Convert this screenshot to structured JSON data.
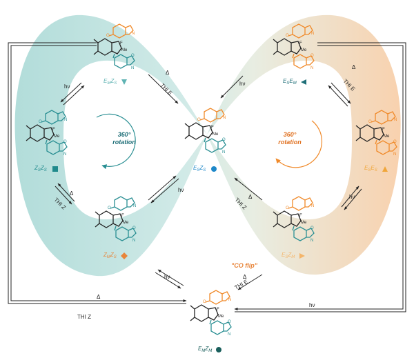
{
  "colors": {
    "teal": "#2a8f93",
    "orange": "#f08a2a",
    "teal_band": "#bfe2e1",
    "orange_band": "#f9d8bd",
    "line": "#222222"
  },
  "rotation": {
    "left_line1": "360°",
    "left_line2": "rotation",
    "right_line1": "360°",
    "right_line2": "rotation"
  },
  "co_flip": "\"CO flip\"",
  "atoms": {
    "F": "F",
    "Me": "Me",
    "N": "N",
    "O": "O"
  },
  "isomers": [
    {
      "id": "EMZS",
      "base": "E",
      "sub1": "M",
      "mid": "Z",
      "sub2": "S",
      "marker": "triangle-down",
      "marker_color": "#5fb3b3"
    },
    {
      "id": "ESEM",
      "base": "E",
      "sub1": "S",
      "mid": "E",
      "sub2": "M",
      "marker": "triangle-left",
      "marker_color": "#1f6f78"
    },
    {
      "id": "ZSZS",
      "base": "Z",
      "sub1": "S",
      "mid": "Z",
      "sub2": "S",
      "marker": "square",
      "marker_color": "#1f8a8c"
    },
    {
      "id": "ESZS",
      "base": "E",
      "sub1": "S",
      "mid": "Z",
      "sub2": "S",
      "marker": "circle",
      "marker_color": "#1e88c9"
    },
    {
      "id": "ESES",
      "base": "E",
      "sub1": "S",
      "mid": "E",
      "sub2": "S",
      "marker": "triangle-up",
      "marker_color": "#f0a63a"
    },
    {
      "id": "ZMZS",
      "base": "Z",
      "sub1": "M",
      "mid": "Z",
      "sub2": "S",
      "marker": "diamond",
      "marker_color": "#e8853a"
    },
    {
      "id": "ESZM",
      "base": "E",
      "sub1": "S",
      "mid": "Z",
      "sub2": "M",
      "marker": "triangle-right",
      "marker_color": "#f4b56a"
    },
    {
      "id": "EMZM",
      "base": "E",
      "sub1": "M",
      "mid": "Z",
      "sub2": "M",
      "marker": "circle",
      "marker_color": "#1a5f5c"
    }
  ],
  "conditions": {
    "hv": "hν",
    "delta": "Δ",
    "thi_e": "THI E",
    "thi_z": "THI Z",
    "thi_z_spaced": "THI  Z"
  }
}
